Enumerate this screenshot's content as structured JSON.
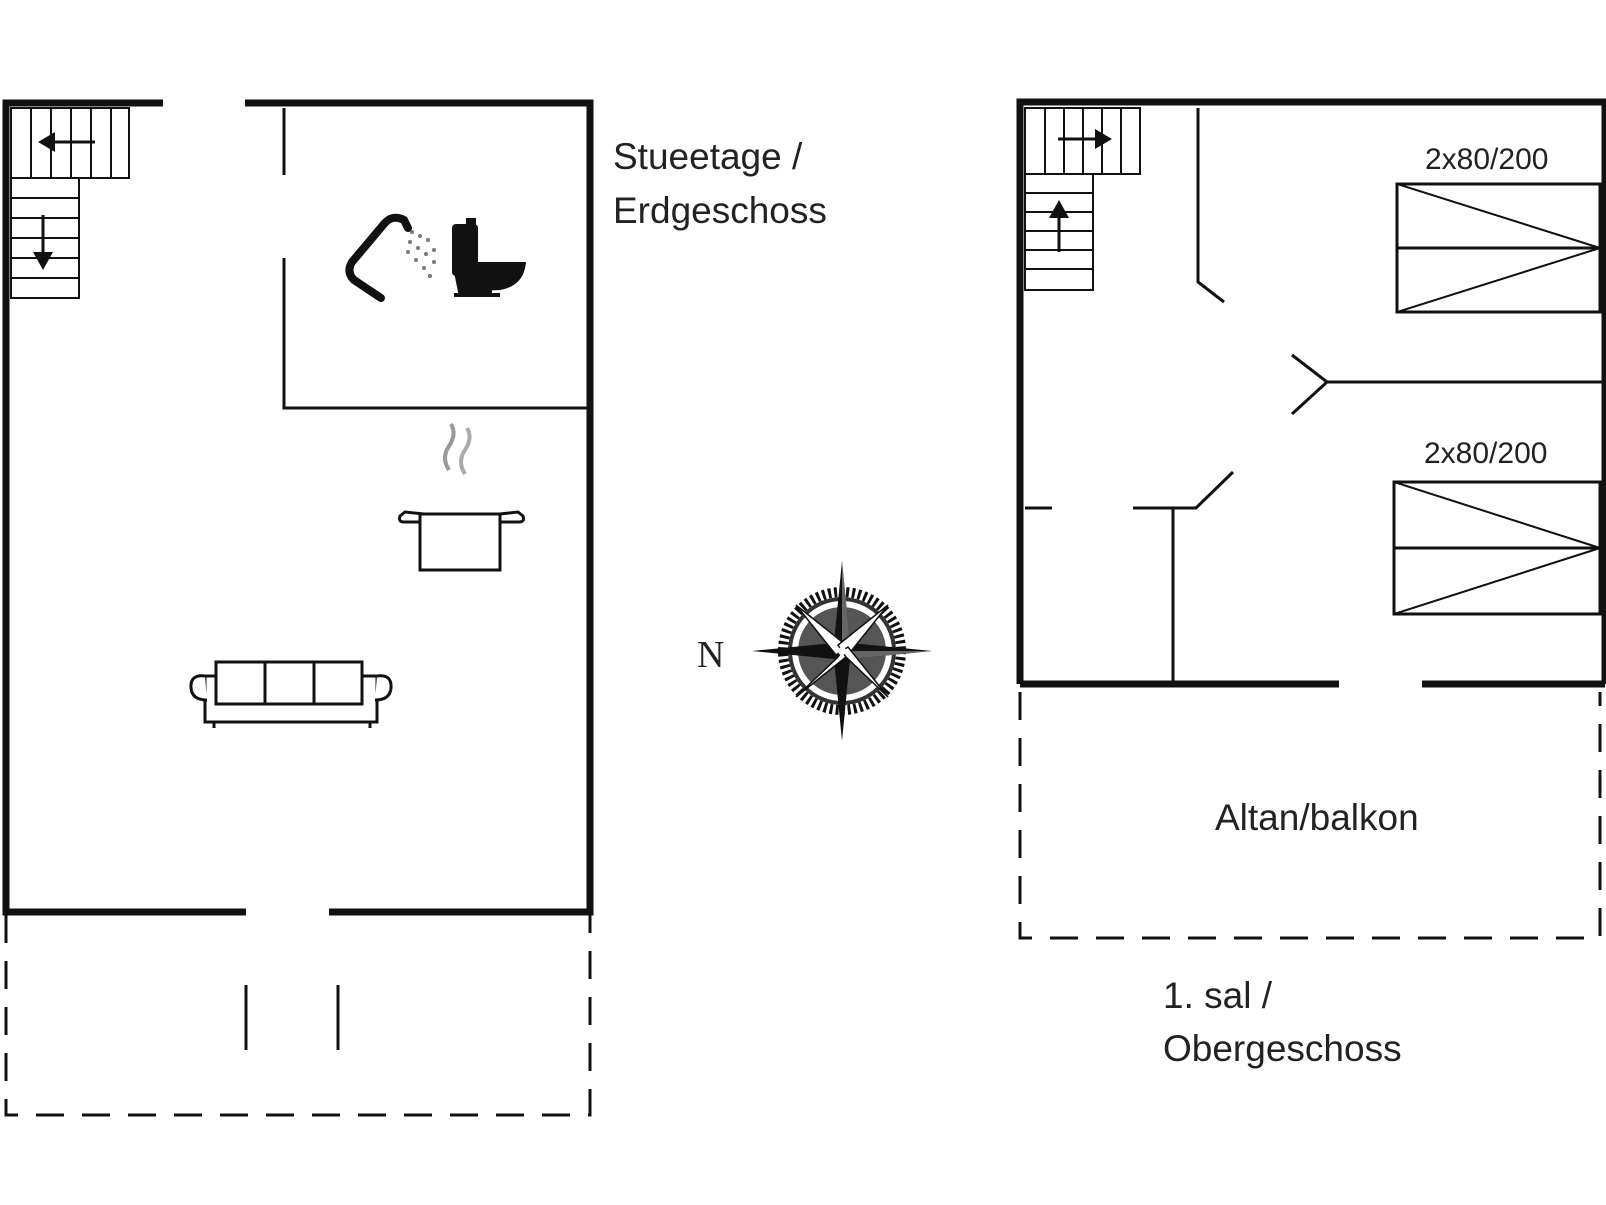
{
  "ground_floor": {
    "label_line1": "Stueetage /",
    "label_line2": "Erdgeschoss"
  },
  "upper_floor": {
    "label_line1": "1. sal /",
    "label_line2": "Obergeschoss",
    "balcony_label": "Altan/balkon",
    "bed_label_1": "2x80/200",
    "bed_label_2": "2x80/200"
  },
  "compass": {
    "north_label": "N"
  },
  "icons": [
    "stairs-icon",
    "shower-icon",
    "toilet-icon",
    "cooking-pot-icon",
    "sofa-icon",
    "bed-icon",
    "compass-rose-icon"
  ]
}
